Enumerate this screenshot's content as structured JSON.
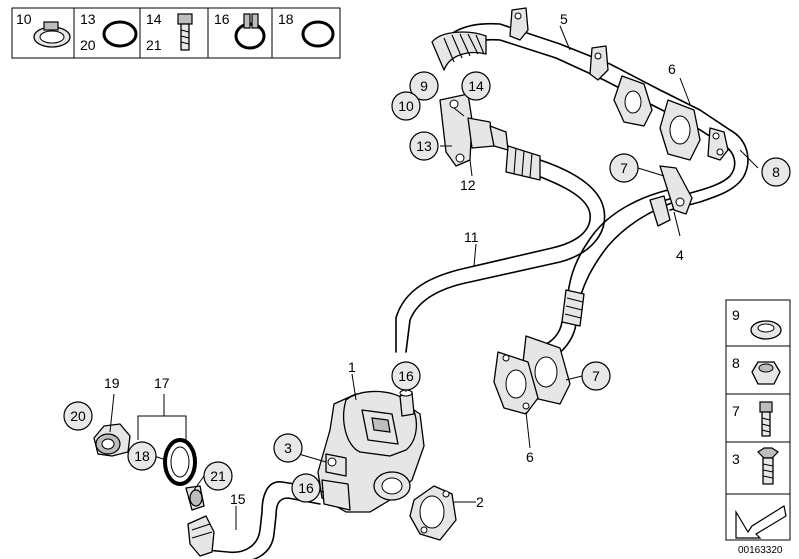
{
  "legend_top": [
    "10",
    "13",
    "20",
    "14",
    "21",
    "16",
    "18"
  ],
  "legend_side": [
    "9",
    "8",
    "7",
    "3"
  ],
  "callouts": [
    "5",
    "6",
    "8",
    "9",
    "10",
    "14",
    "13",
    "12",
    "7",
    "4",
    "11",
    "16",
    "7",
    "6",
    "1",
    "19",
    "17",
    "20",
    "18",
    "21",
    "3",
    "16",
    "15",
    "2"
  ],
  "reference_number": "00163320"
}
